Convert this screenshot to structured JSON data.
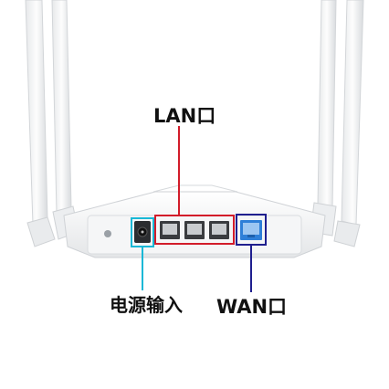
{
  "labels": {
    "lan": "LAN口",
    "power": "电源输入",
    "wan": "WAN口"
  },
  "colors": {
    "lan_accent": "#d21c2a",
    "power_accent": "#19b8d6",
    "wan_accent": "#1f1f8f",
    "router_body": "#f3f4f5",
    "port_blue": "#2e7fd8"
  },
  "ports": {
    "lan_count": 3,
    "wan_count": 1
  }
}
